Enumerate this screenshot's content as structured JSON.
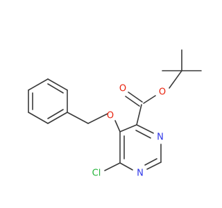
{
  "molecule": {
    "atoms": {
      "O_ester": {
        "symbol": "O",
        "color": "#e8210c"
      },
      "O_carbonyl": {
        "symbol": "O",
        "color": "#e8210c"
      },
      "O_ether": {
        "symbol": "O",
        "color": "#e8210c"
      },
      "N3": {
        "symbol": "N",
        "color": "#2d35e8"
      },
      "N1": {
        "symbol": "N",
        "color": "#2d35e8"
      },
      "Cl": {
        "symbol": "Cl",
        "color": "#24b43a"
      }
    },
    "bond_color": "#3a3a3a"
  }
}
